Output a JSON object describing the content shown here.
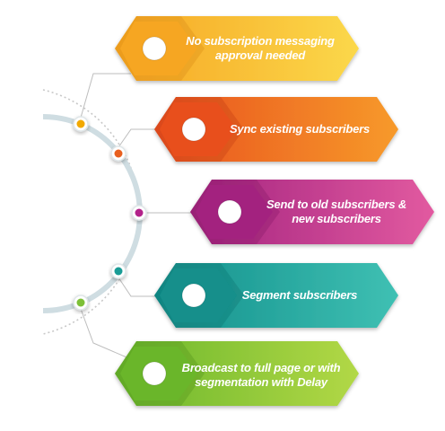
{
  "colors": {
    "arc": "#cfdde2",
    "dotted": "#c8c8c8",
    "connector": "#bdbdbd",
    "dot_bg": "#ffffff"
  },
  "steps": [
    {
      "id": "no-approval",
      "icon": "circle-icon",
      "label_line1": "No subscription messaging",
      "label_line2": "approval needed",
      "gradient": [
        "#f6a623",
        "#fbd84a"
      ],
      "dark": "#d98a14",
      "dot": "#f2a900"
    },
    {
      "id": "sync",
      "icon": "circle-icon",
      "label_line1": "Sync existing subscribers",
      "label_line2": "",
      "gradient": [
        "#e8501f",
        "#f79a2a"
      ],
      "dark": "#c23d12",
      "dot": "#e8601f"
    },
    {
      "id": "send-old-new",
      "icon": "circle-icon",
      "label_line1": "Send to old subscribers &",
      "label_line2": "new subscribers",
      "gradient": [
        "#a3237f",
        "#e25aa0"
      ],
      "dark": "#861a67",
      "dot": "#b2238a"
    },
    {
      "id": "segment",
      "icon": "circle-icon",
      "label_line1": "Segment subscribers",
      "label_line2": "",
      "gradient": [
        "#128f8b",
        "#3fc0b3"
      ],
      "dark": "#0d7471",
      "dot": "#1a9c96"
    },
    {
      "id": "broadcast",
      "icon": "circle-icon",
      "label_line1": "Broadcast to full page or with",
      "label_line2": "segmentation with Delay",
      "gradient": [
        "#6ab62b",
        "#b2d846"
      ],
      "dark": "#4f9320",
      "dot": "#7dc037"
    }
  ]
}
